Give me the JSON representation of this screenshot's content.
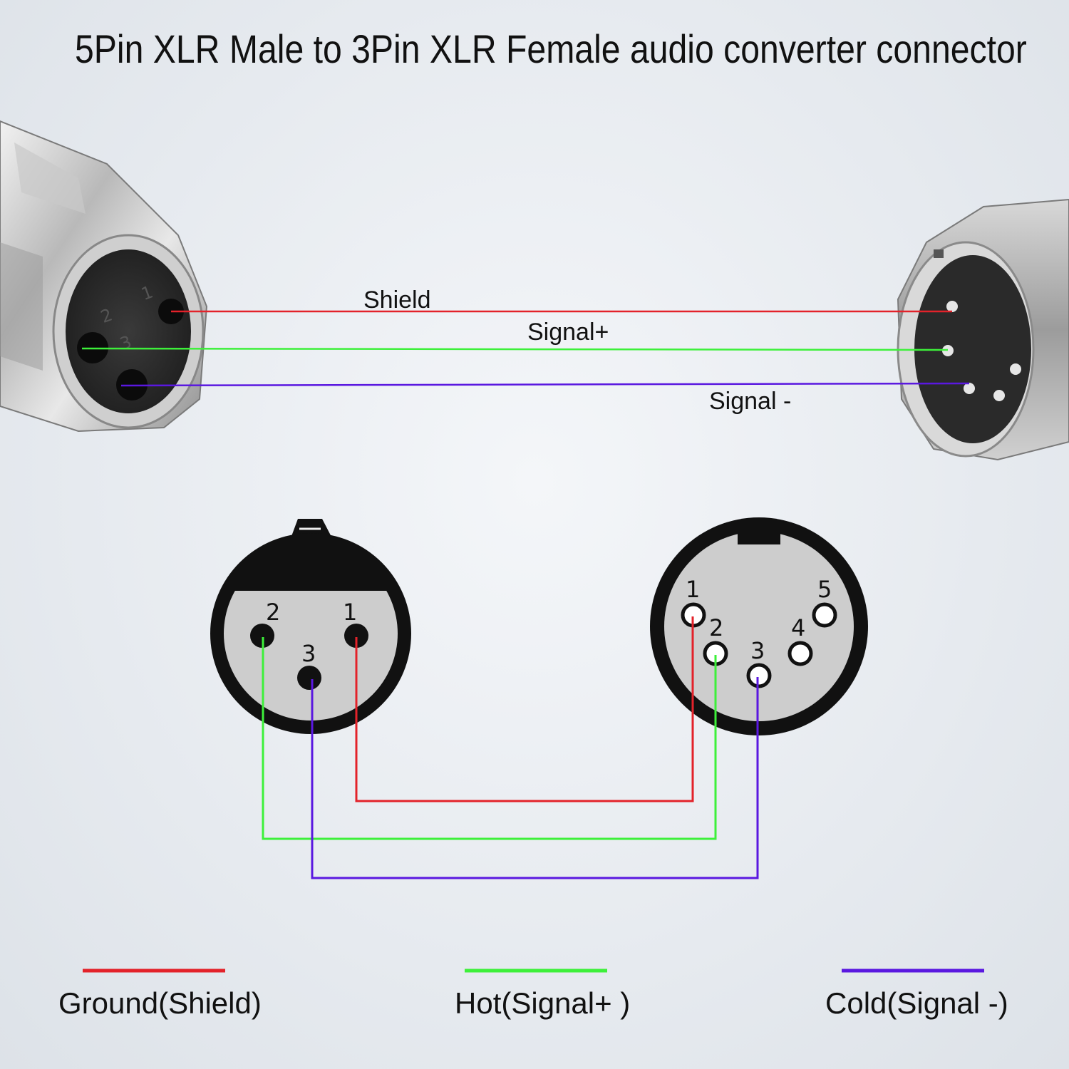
{
  "title": "5Pin XLR Male to 3Pin XLR Female audio converter connector",
  "colors": {
    "shield": "#e3222a",
    "hot": "#3df03a",
    "cold": "#5a18e0"
  },
  "photo_wires": {
    "shield_label": "Shield",
    "hot_label": "Signal+",
    "cold_label": "Signal -"
  },
  "female_3pin": {
    "pins": [
      "1",
      "2",
      "3"
    ],
    "photo_pins": [
      "1",
      "2",
      "3"
    ]
  },
  "male_5pin": {
    "pins": [
      "1",
      "2",
      "3",
      "4",
      "5"
    ]
  },
  "legend": {
    "shield": "Ground(Shield)",
    "hot": "Hot(Signal+ )",
    "cold": "Cold(Signal -)"
  }
}
